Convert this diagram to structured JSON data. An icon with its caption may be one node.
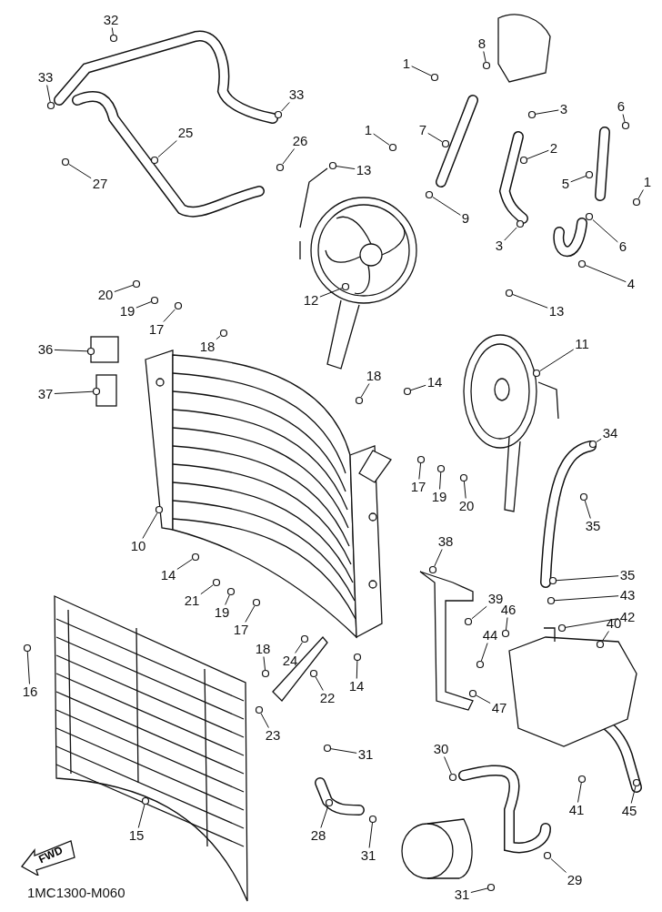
{
  "diagram": {
    "nodes": [
      {
        "text": [
          "32"
        ]
      },
      {
        "text": [
          "8"
        ]
      },
      {
        "text": [
          "1"
        ]
      },
      {
        "text": [
          "33"
        ]
      },
      {
        "text": [
          "33"
        ]
      },
      {
        "text": [
          "3"
        ]
      },
      {
        "text": [
          "6"
        ]
      },
      {
        "text": [
          "1"
        ]
      },
      {
        "text": [
          "7"
        ]
      },
      {
        "text": [
          "25"
        ]
      },
      {
        "text": [
          "2"
        ]
      },
      {
        "text": [
          "26"
        ]
      },
      {
        "text": [
          "13"
        ]
      },
      {
        "text": [
          "27"
        ]
      },
      {
        "text": [
          "9"
        ]
      },
      {
        "text": [
          "5"
        ]
      },
      {
        "text": [
          "1"
        ]
      },
      {
        "text": [
          "6"
        ]
      },
      {
        "text": [
          "3"
        ]
      },
      {
        "text": [
          "4"
        ]
      },
      {
        "text": [
          "12"
        ]
      },
      {
        "text": [
          "20"
        ]
      },
      {
        "text": [
          "19"
        ]
      },
      {
        "text": [
          "17"
        ]
      },
      {
        "text": [
          "13"
        ]
      },
      {
        "text": [
          "18"
        ]
      },
      {
        "text": [
          "11"
        ]
      },
      {
        "text": [
          "36"
        ]
      },
      {
        "text": [
          "37"
        ]
      },
      {
        "text": [
          "18"
        ]
      },
      {
        "text": [
          "14"
        ]
      },
      {
        "text": [
          "34"
        ]
      },
      {
        "text": [
          "17"
        ]
      },
      {
        "text": [
          "19"
        ]
      },
      {
        "text": [
          "20"
        ]
      },
      {
        "text": [
          "35"
        ]
      },
      {
        "text": [
          "10"
        ]
      },
      {
        "text": [
          "38"
        ]
      },
      {
        "text": [
          "14"
        ]
      },
      {
        "text": [
          "21"
        ]
      },
      {
        "text": [
          "35"
        ]
      },
      {
        "text": [
          "43"
        ]
      },
      {
        "text": [
          "19"
        ]
      },
      {
        "text": [
          "39"
        ]
      },
      {
        "text": [
          "46"
        ]
      },
      {
        "text": [
          "42"
        ]
      },
      {
        "text": [
          "40"
        ]
      },
      {
        "text": [
          "17"
        ]
      },
      {
        "text": [
          "44"
        ]
      },
      {
        "text": [
          "16"
        ]
      },
      {
        "text": [
          "24"
        ]
      },
      {
        "text": [
          "18"
        ]
      },
      {
        "text": [
          "47"
        ]
      },
      {
        "text": [
          "22"
        ]
      },
      {
        "text": [
          "14"
        ]
      },
      {
        "text": [
          "23"
        ]
      },
      {
        "text": [
          "31"
        ]
      },
      {
        "text": [
          "30"
        ]
      },
      {
        "text": [
          "41"
        ]
      },
      {
        "text": [
          "45"
        ]
      },
      {
        "text": [
          "15"
        ]
      },
      {
        "text": [
          "28"
        ]
      },
      {
        "text": [
          "31"
        ]
      },
      {
        "text": [
          "29"
        ]
      },
      {
        "text": [
          "31"
        ]
      },
      {
        "text": [
          "FWD"
        ]
      },
      {
        "text": [],
        "shape": "circle"
      },
      {
        "text": [],
        "shape": "circle"
      },
      {
        "text": [],
        "shape": "circle"
      },
      {
        "text": [],
        "shape": "circle"
      },
      {
        "text": [],
        "shape": "circle"
      },
      {
        "text": [],
        "shape": "circle"
      },
      {
        "text": [],
        "shape": "circle"
      },
      {
        "text": [],
        "shape": "circle"
      },
      {
        "text": [],
        "shape": "circle"
      },
      {
        "text": [],
        "shape": "circle"
      },
      {
        "text": [],
        "shape": "circle"
      },
      {
        "text": [],
        "shape": "circle"
      },
      {
        "text": [],
        "shape": "circle"
      },
      {
        "text": [],
        "shape": "circle"
      },
      {
        "text": [],
        "shape": "circle"
      },
      {
        "text": [],
        "shape": "circle"
      },
      {
        "text": [],
        "shape": "circle"
      },
      {
        "text": [],
        "shape": "circle"
      },
      {
        "text": [],
        "shape": "circle"
      },
      {
        "text": [],
        "shape": "circle"
      },
      {
        "text": [],
        "shape": "circle"
      },
      {
        "text": [],
        "shape": "circle"
      },
      {
        "text": [],
        "shape": "circle"
      },
      {
        "text": [],
        "shape": "circle"
      },
      {
        "text": [],
        "shape": "circle"
      },
      {
        "text": [],
        "shape": "circle"
      },
      {
        "text": [],
        "shape": "circle"
      },
      {
        "text": [],
        "shape": "circle"
      },
      {
        "text": [],
        "shape": "circle"
      },
      {
        "text": [],
        "shape": "circle"
      },
      {
        "text": [],
        "shape": "circle"
      },
      {
        "text": [],
        "shape": "circle"
      },
      {
        "text": [],
        "shape": "circle"
      },
      {
        "text": [],
        "shape": "circle"
      },
      {
        "text": [],
        "shape": "circle"
      },
      {
        "text": [],
        "shape": "circle"
      },
      {
        "text": [],
        "shape": "circle"
      },
      {
        "text": [],
        "shape": "circle"
      },
      {
        "text": [],
        "shape": "circle"
      },
      {
        "text": [],
        "shape": "circle"
      },
      {
        "text": [],
        "shape": "circle"
      },
      {
        "text": [],
        "shape": "circle"
      },
      {
        "text": [],
        "shape": "circle"
      },
      {
        "text": [],
        "shape": "circle"
      },
      {
        "text": [],
        "shape": "circle"
      },
      {
        "text": [],
        "shape": "circle"
      },
      {
        "text": [],
        "shape": "circle"
      },
      {
        "text": [],
        "shape": "circle"
      },
      {
        "text": [],
        "shape": "circle"
      },
      {
        "text": [],
        "shape": "circle"
      },
      {
        "text": [],
        "shape": "circle"
      },
      {
        "text": [],
        "shape": "circle"
      },
      {
        "text": [],
        "shape": "circle"
      },
      {
        "text": [],
        "shape": "circle"
      },
      {
        "text": [],
        "shape": "circle"
      },
      {
        "text": [],
        "shape": "circle"
      },
      {
        "text": [],
        "shape": "circle"
      },
      {
        "text": [],
        "shape": "circle"
      },
      {
        "text": [],
        "shape": "circle"
      },
      {
        "text": [],
        "shape": "circle"
      },
      {
        "text": [],
        "shape": "circle"
      },
      {
        "text": [],
        "shape": "circle"
      },
      {
        "text": [],
        "shape": "circle"
      },
      {
        "text": [],
        "shape": "circle"
      },
      {
        "text": [],
        "shape": "circle"
      }
    ],
    "edges": [
      {
        "from": 0,
        "to": 66,
        "arrow": "none"
      },
      {
        "from": 1,
        "to": 67,
        "arrow": "none"
      },
      {
        "from": 2,
        "to": 68,
        "arrow": "none"
      },
      {
        "from": 3,
        "to": 69,
        "arrow": "none"
      },
      {
        "from": 4,
        "to": 70,
        "arrow": "none"
      },
      {
        "from": 5,
        "to": 71,
        "arrow": "none"
      },
      {
        "from": 6,
        "to": 72,
        "arrow": "none"
      },
      {
        "from": 7,
        "to": 73,
        "arrow": "none"
      },
      {
        "from": 8,
        "to": 74,
        "arrow": "none"
      },
      {
        "from": 9,
        "to": 75,
        "arrow": "none"
      },
      {
        "from": 10,
        "to": 76,
        "arrow": "none"
      },
      {
        "from": 11,
        "to": 77,
        "arrow": "none"
      },
      {
        "from": 12,
        "to": 78,
        "arrow": "none"
      },
      {
        "from": 13,
        "to": 79,
        "arrow": "none"
      },
      {
        "from": 14,
        "to": 80,
        "arrow": "none"
      },
      {
        "from": 15,
        "to": 81,
        "arrow": "none"
      },
      {
        "from": 16,
        "to": 82,
        "arrow": "none"
      },
      {
        "from": 17,
        "to": 83,
        "arrow": "none"
      },
      {
        "from": 18,
        "to": 84,
        "arrow": "none"
      },
      {
        "from": 19,
        "to": 85,
        "arrow": "none"
      },
      {
        "from": 20,
        "to": 86,
        "arrow": "none"
      },
      {
        "from": 21,
        "to": 87,
        "arrow": "none"
      },
      {
        "from": 22,
        "to": 88,
        "arrow": "none"
      },
      {
        "from": 23,
        "to": 89,
        "arrow": "none"
      },
      {
        "from": 24,
        "to": 90,
        "arrow": "none"
      },
      {
        "from": 25,
        "to": 91,
        "arrow": "none"
      },
      {
        "from": 26,
        "to": 92,
        "arrow": "none"
      },
      {
        "from": 27,
        "to": 93,
        "arrow": "none"
      },
      {
        "from": 28,
        "to": 94,
        "arrow": "none"
      },
      {
        "from": 29,
        "to": 95,
        "arrow": "none"
      },
      {
        "from": 30,
        "to": 96,
        "arrow": "none"
      },
      {
        "from": 31,
        "to": 97,
        "arrow": "none"
      },
      {
        "from": 32,
        "to": 98,
        "arrow": "none"
      },
      {
        "from": 33,
        "to": 99,
        "arrow": "none"
      },
      {
        "from": 34,
        "to": 100,
        "arrow": "none"
      },
      {
        "from": 35,
        "to": 101,
        "arrow": "none"
      },
      {
        "from": 36,
        "to": 102,
        "arrow": "none"
      },
      {
        "from": 37,
        "to": 103,
        "arrow": "none"
      },
      {
        "from": 38,
        "to": 104,
        "arrow": "none"
      },
      {
        "from": 39,
        "to": 105,
        "arrow": "none"
      },
      {
        "from": 40,
        "to": 106,
        "arrow": "none"
      },
      {
        "from": 41,
        "to": 107,
        "arrow": "none"
      },
      {
        "from": 42,
        "to": 108,
        "arrow": "none"
      },
      {
        "from": 43,
        "to": 109,
        "arrow": "none"
      },
      {
        "from": 44,
        "to": 110,
        "arrow": "none"
      },
      {
        "from": 45,
        "to": 111,
        "arrow": "none"
      },
      {
        "from": 46,
        "to": 112,
        "arrow": "none"
      },
      {
        "from": 47,
        "to": 113,
        "arrow": "none"
      },
      {
        "from": 48,
        "to": 114,
        "arrow": "none"
      },
      {
        "from": 49,
        "to": 115,
        "arrow": "none"
      },
      {
        "from": 50,
        "to": 116,
        "arrow": "none"
      },
      {
        "from": 51,
        "to": 117,
        "arrow": "none"
      },
      {
        "from": 52,
        "to": 118,
        "arrow": "none"
      },
      {
        "from": 53,
        "to": 119,
        "arrow": "none"
      },
      {
        "from": 54,
        "to": 120,
        "arrow": "none"
      },
      {
        "from": 55,
        "to": 121,
        "arrow": "none"
      },
      {
        "from": 56,
        "to": 122,
        "arrow": "none"
      },
      {
        "from": 57,
        "to": 123,
        "arrow": "none"
      },
      {
        "from": 58,
        "to": 124,
        "arrow": "none"
      },
      {
        "from": 59,
        "to": 125,
        "arrow": "none"
      },
      {
        "from": 60,
        "to": 126,
        "arrow": "none"
      },
      {
        "from": 61,
        "to": 127,
        "arrow": "none"
      },
      {
        "from": 62,
        "to": 128,
        "arrow": "none"
      },
      {
        "from": 63,
        "to": 129,
        "arrow": "none"
      },
      {
        "from": 64,
        "to": 130,
        "arrow": "none"
      }
    ],
    "labels": [
      "1MC1300-M060"
    ]
  }
}
